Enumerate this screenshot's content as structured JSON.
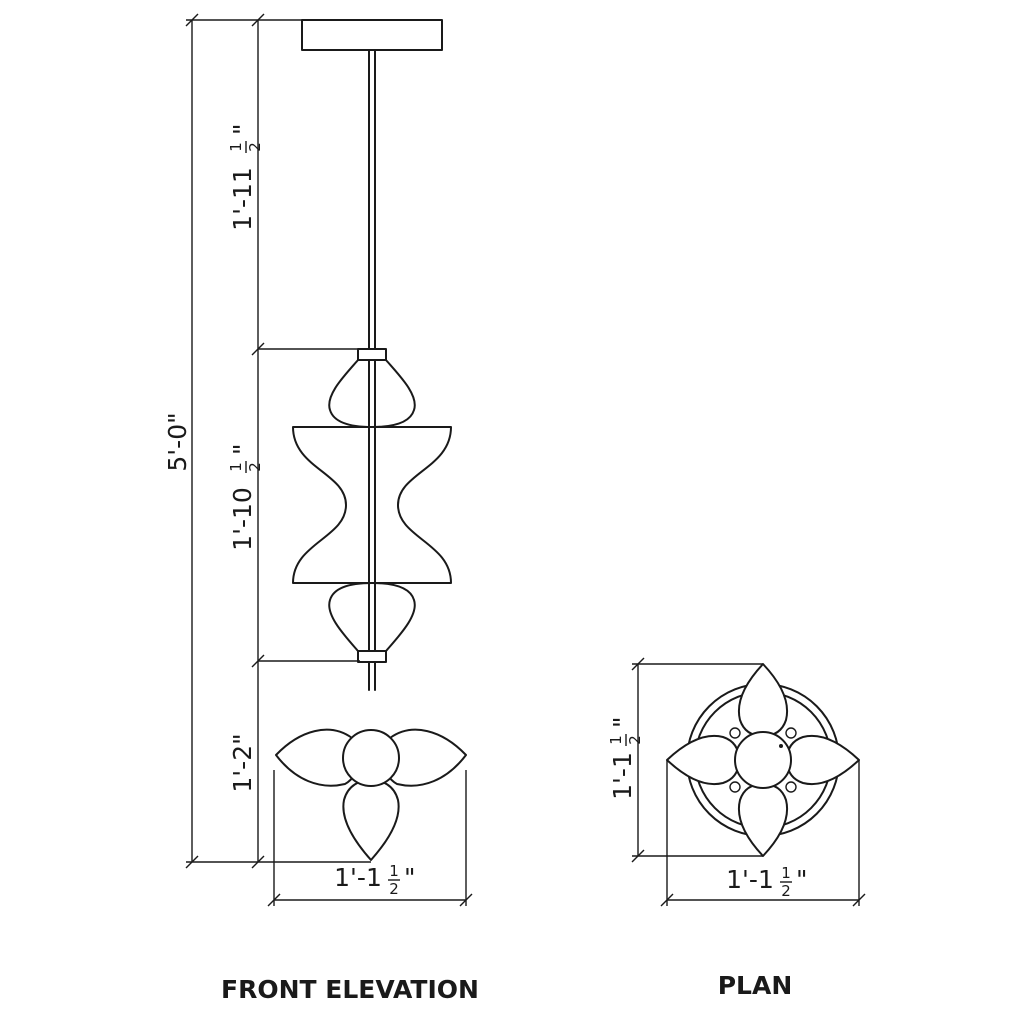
{
  "views": {
    "front_elevation": {
      "title": "FRONT ELEVATION",
      "dimensions": {
        "overall_height": "5'-0\"",
        "canopy_to_body_main": "1'-11",
        "body_height_main": "1'-10",
        "petals_height": "1'-2\"",
        "width_main": "1'-1"
      }
    },
    "plan": {
      "title": "PLAN",
      "dimensions": {
        "depth_main": "1'-1",
        "width_main": "1'-1"
      }
    }
  },
  "fraction": {
    "num": "1",
    "den": "2",
    "inch": "\""
  }
}
